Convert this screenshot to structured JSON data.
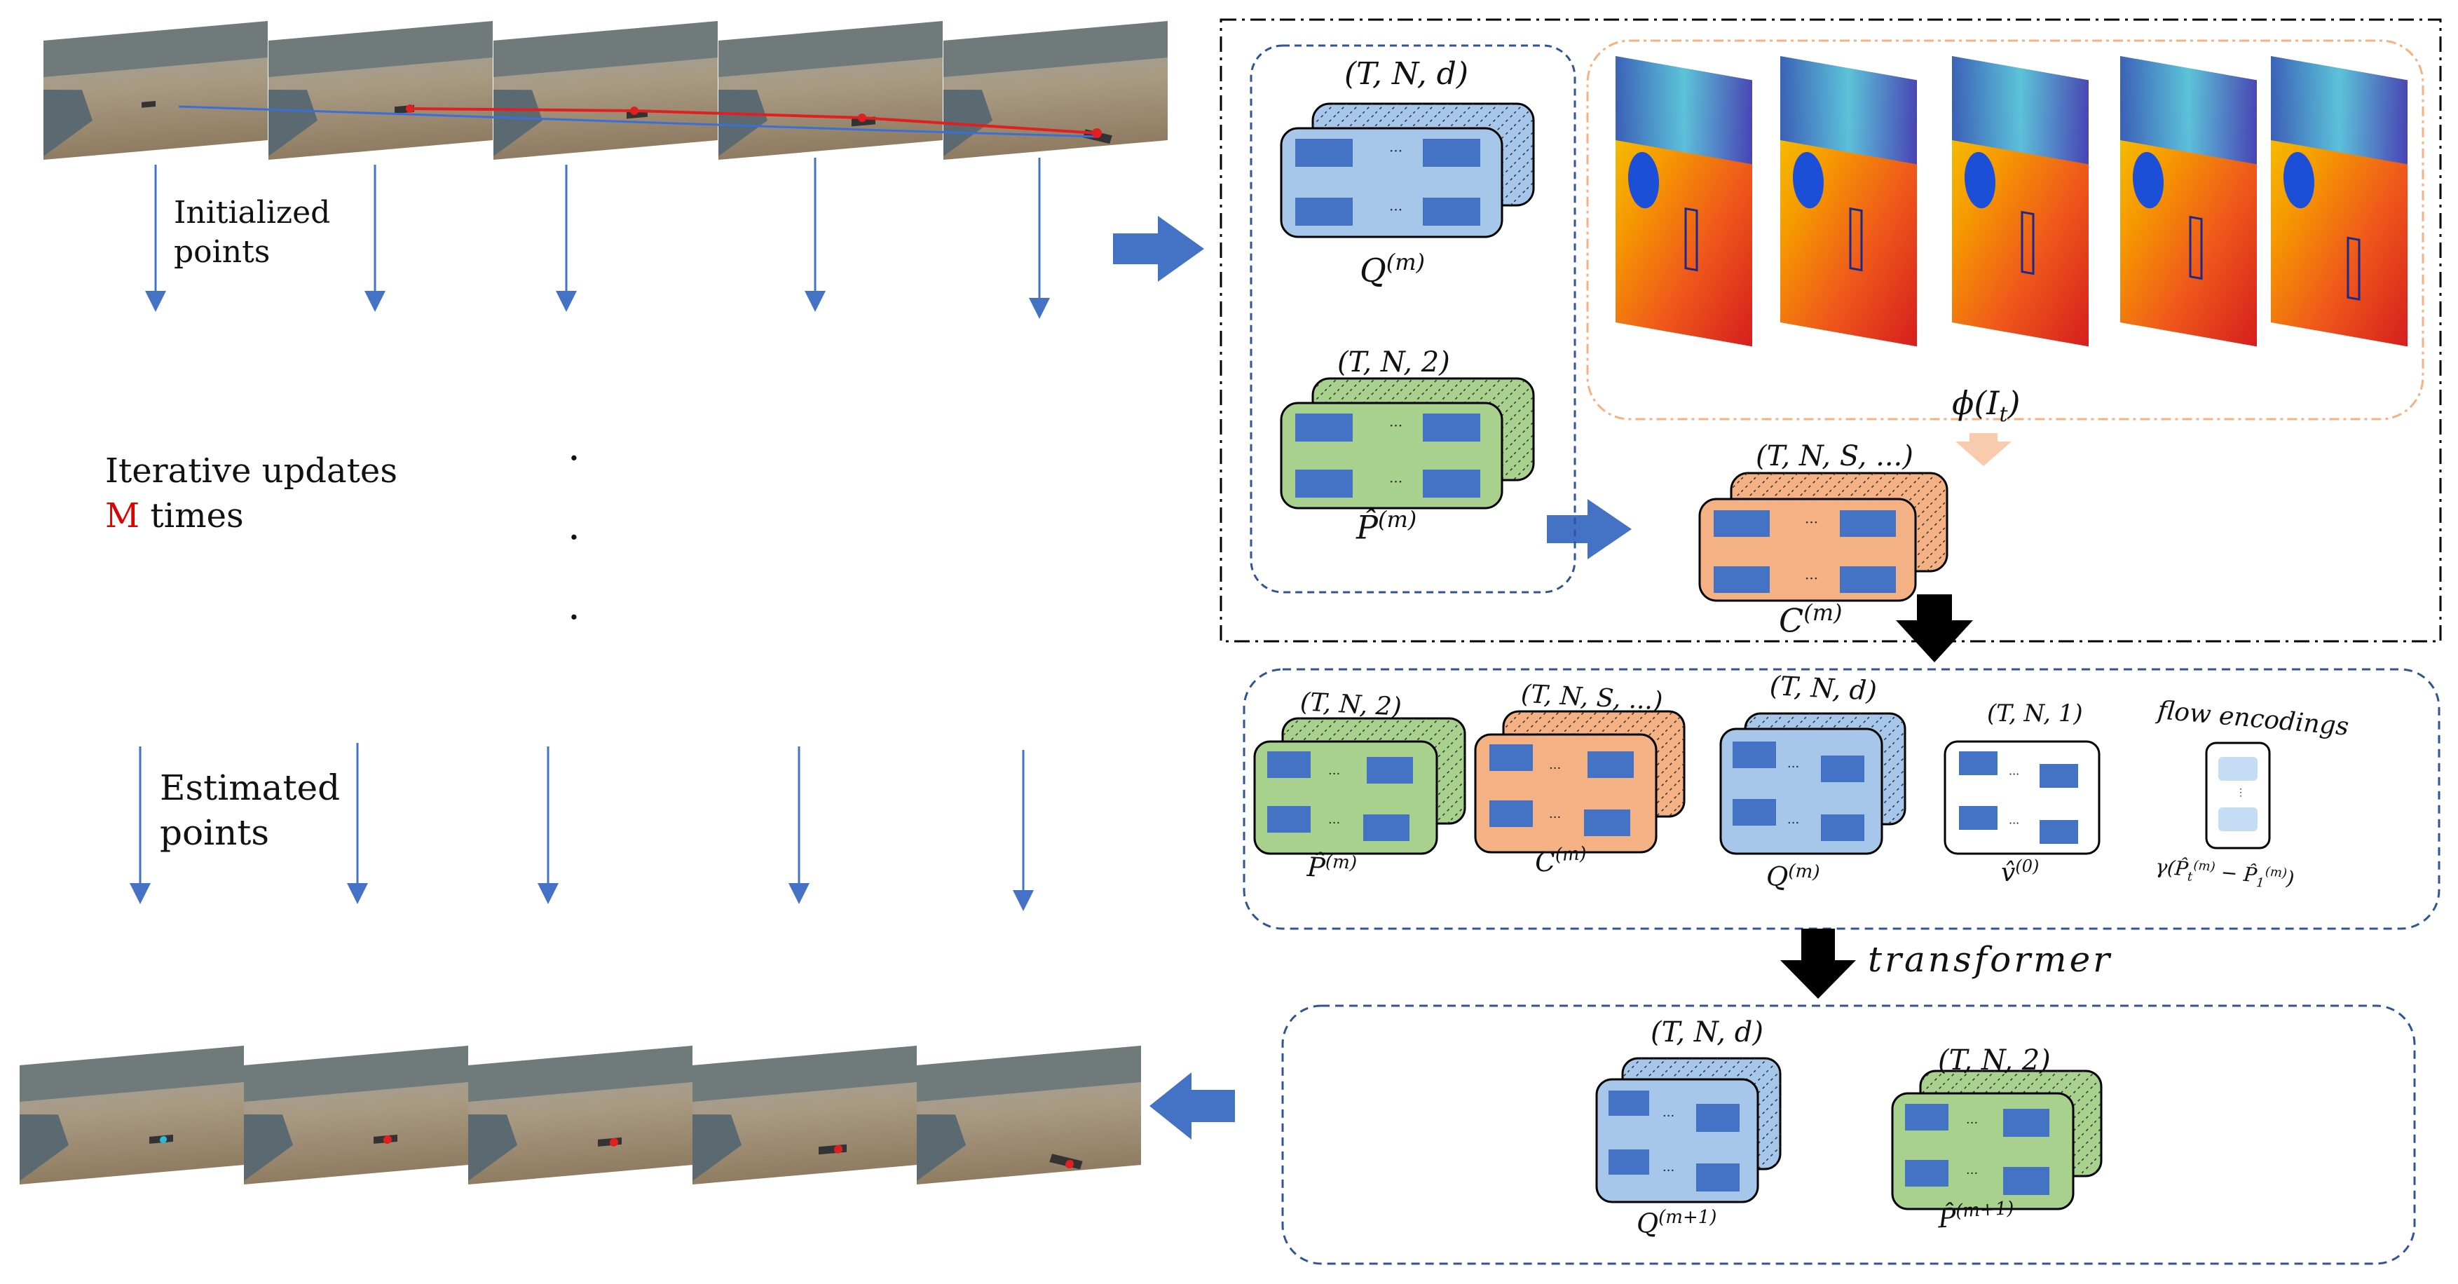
{
  "left_panel": {
    "initialized_label": [
      "Initialized",
      "points"
    ],
    "iterative_label": "Iterative updates",
    "m_letter": "M",
    "times_label": "times",
    "estimated_label": [
      "Estimated",
      "points"
    ],
    "dots": ".",
    "colors": {
      "arrow": "#4472c4",
      "track_red": "#e02020",
      "track_blue": "#3a6fd8",
      "m_red": "#e00000"
    }
  },
  "top_box": {
    "q_dim": "(T, N, d)",
    "q_label": "Q",
    "q_sup": "(m)",
    "p_dim": "(T, N, 2)",
    "p_label": "P̂",
    "p_sup": "(m)",
    "feature_label": "ϕ(I",
    "feature_sub": "t",
    "feature_close": ")",
    "c_dim": "(T, N, S, ...)",
    "c_label": "C",
    "c_sup": "(m)"
  },
  "middle_box": {
    "p_dim": "(T, N, 2)",
    "p_label": "P̂",
    "p_sup": "(m)",
    "c_dim": "(T, N, S, ...)",
    "c_label": "C",
    "c_sup": "(m)",
    "q_dim": "(T, N, d)",
    "q_label": "Q",
    "q_sup": "(m)",
    "v_dim": "(T, N, 1)",
    "v_label": "v̂",
    "v_sup": "(0)",
    "flow_label": "flow encodings",
    "flow_formula": "γ(P̂",
    "flow_sub_t": "t",
    "flow_sup": "(m)",
    "flow_minus": " − P̂",
    "flow_sub_1": "1",
    "flow_close": ")"
  },
  "transformer_label": "transformer",
  "bottom_box": {
    "q_dim": "(T, N, d)",
    "q_label": "Q",
    "q_sup": "(m+1)",
    "p_dim": "(T, N, 2)",
    "p_label": "P̂",
    "p_sup": "(m+1)"
  },
  "palette": {
    "blue_card": "#a7c7ea",
    "green_card": "#a9d18e",
    "orange_card": "#f4b183",
    "white_card": "#ffffff",
    "cell": "#4472c4",
    "dash_blue": "#2f5597",
    "dash_orange": "#f4b183",
    "big_arrow": "#4472c4",
    "black_arrow": "#000000",
    "orange_arrow": "#f8cbad"
  }
}
